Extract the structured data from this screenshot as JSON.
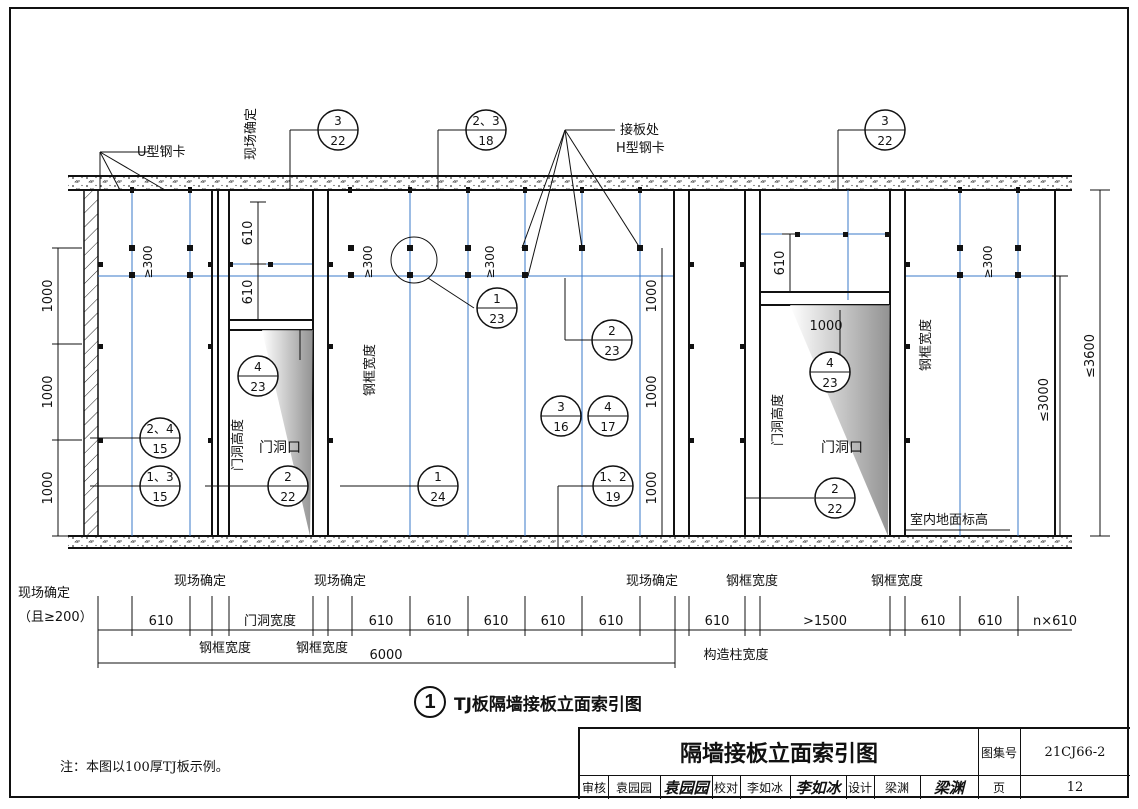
{
  "drawing": {
    "labels": {
      "u_clip": "U型钢卡",
      "h_clip_1": "接板处",
      "h_clip_2": "H型钢卡",
      "site_determined": "现场确定",
      "door_height": "门洞高度",
      "door_opening": "门洞口",
      "steel_frame_width": "钢框宽度",
      "floor_level": "室内地面标高",
      "ge300": "≥300",
      "ge200_note": "（且≥200）",
      "door_width": "门洞宽度",
      "column_width": "构造柱宽度"
    },
    "dims": {
      "h1000": "1000",
      "d610": "610",
      "le3600": "≤3600",
      "le3000": "≤3000",
      "w6000": "6000",
      "w1500": ">1500",
      "n610": "n×610",
      "w1000": "1000"
    },
    "refs": [
      {
        "top": "3",
        "bottom": "22"
      },
      {
        "top": "2、3",
        "bottom": "18"
      },
      {
        "top": "3",
        "bottom": "22"
      },
      {
        "top": "1",
        "bottom": "23"
      },
      {
        "top": "2",
        "bottom": "23"
      },
      {
        "top": "4",
        "bottom": "23"
      },
      {
        "top": "4",
        "bottom": "23"
      },
      {
        "top": "3",
        "bottom": "16"
      },
      {
        "top": "4",
        "bottom": "17"
      },
      {
        "top": "2、4",
        "bottom": "15"
      },
      {
        "top": "1、3",
        "bottom": "15"
      },
      {
        "top": "2",
        "bottom": "22"
      },
      {
        "top": "1",
        "bottom": "24"
      },
      {
        "top": "1、2",
        "bottom": "19"
      },
      {
        "top": "2",
        "bottom": "22"
      }
    ]
  },
  "caption": {
    "number": "1",
    "title": "TJ板隔墙接板立面索引图"
  },
  "note": "注：本图以100厚TJ板示例。",
  "title_block": {
    "title": "隔墙接板立面索引图",
    "atlas_label": "图集号",
    "atlas_no": "21CJ66-2",
    "page_label": "页",
    "page_no": "12",
    "review_label": "审核",
    "reviewer": "袁园园",
    "reviewer_sig": "袁园园",
    "check_label": "校对",
    "checker": "李如冰",
    "checker_sig": "李如冰",
    "design_label": "设计",
    "designer": "梁渊",
    "designer_sig": "梁渊"
  }
}
